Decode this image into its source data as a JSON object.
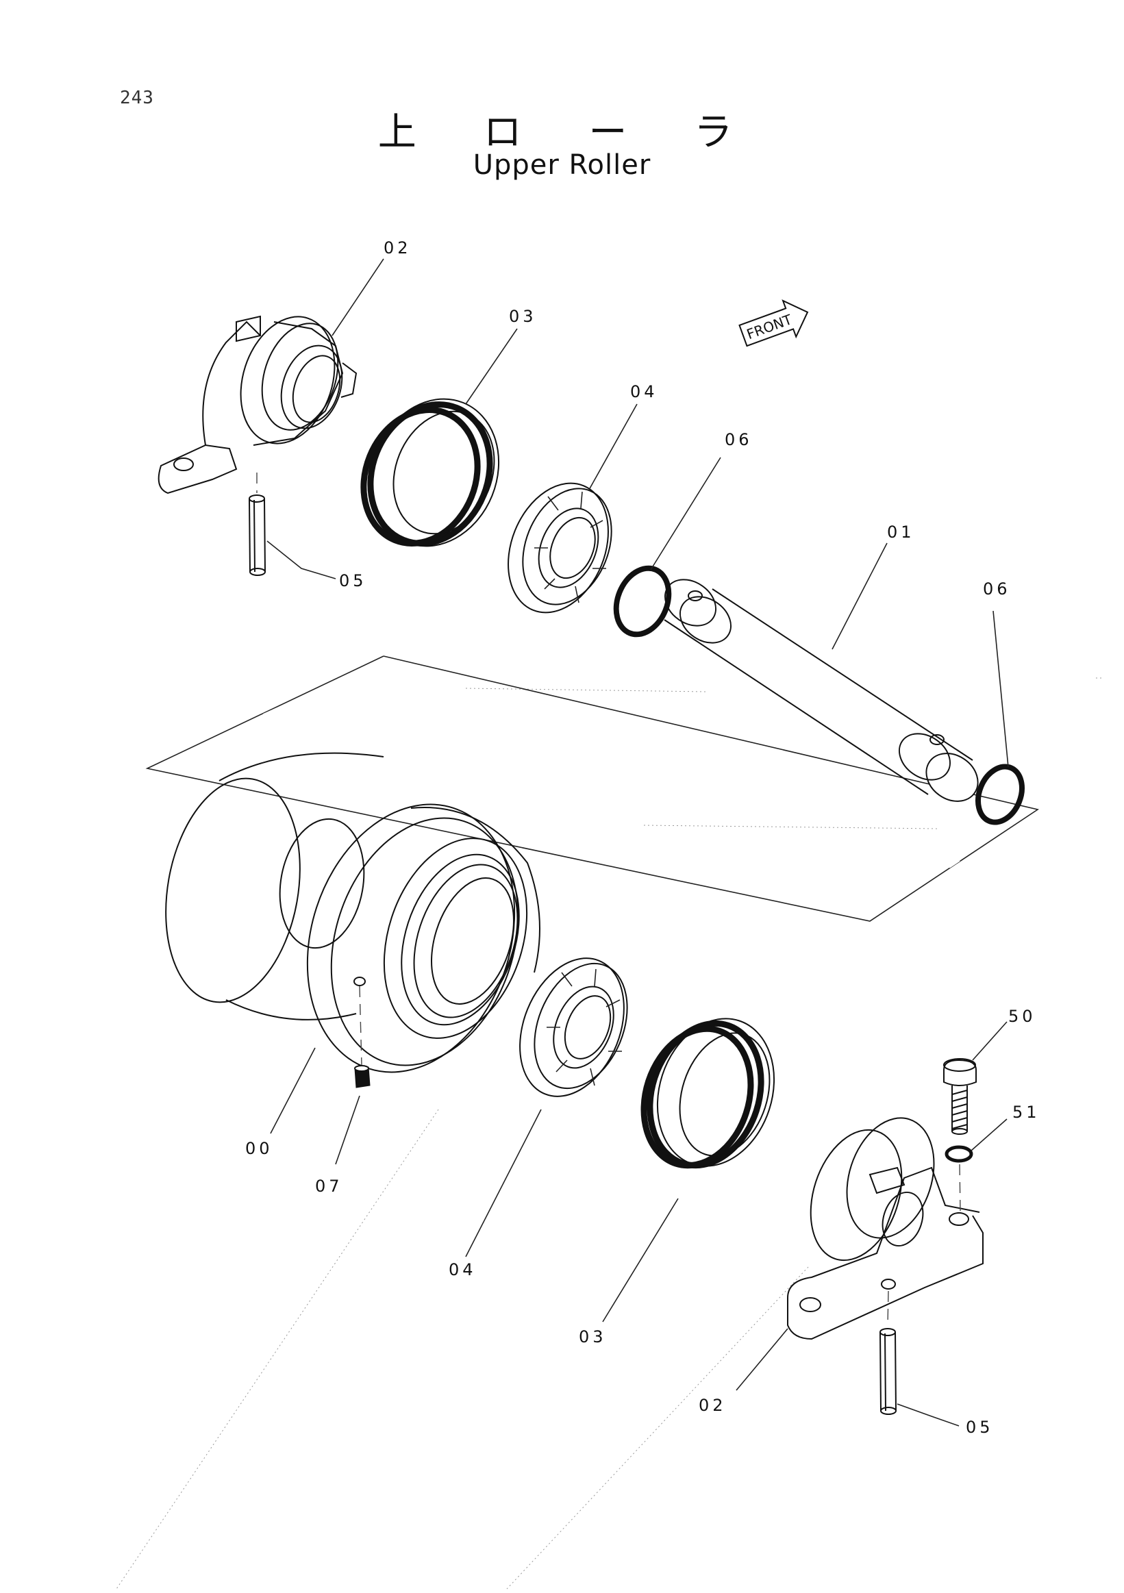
{
  "page_number": "243",
  "title_jp": "上 ロ ー ラ",
  "title_en": "Upper Roller",
  "front_label": "FRONT",
  "callouts": {
    "c02_top": "02",
    "c03_top": "03",
    "c04_top": "04",
    "c06_left": "06",
    "c01": "01",
    "c06_right": "06",
    "c05_top": "05",
    "c50": "50",
    "c51": "51",
    "c00": "00",
    "c07": "07",
    "c04_bottom": "04",
    "c03_bottom": "03",
    "c02_bottom": "02",
    "c05_bottom": "05"
  }
}
